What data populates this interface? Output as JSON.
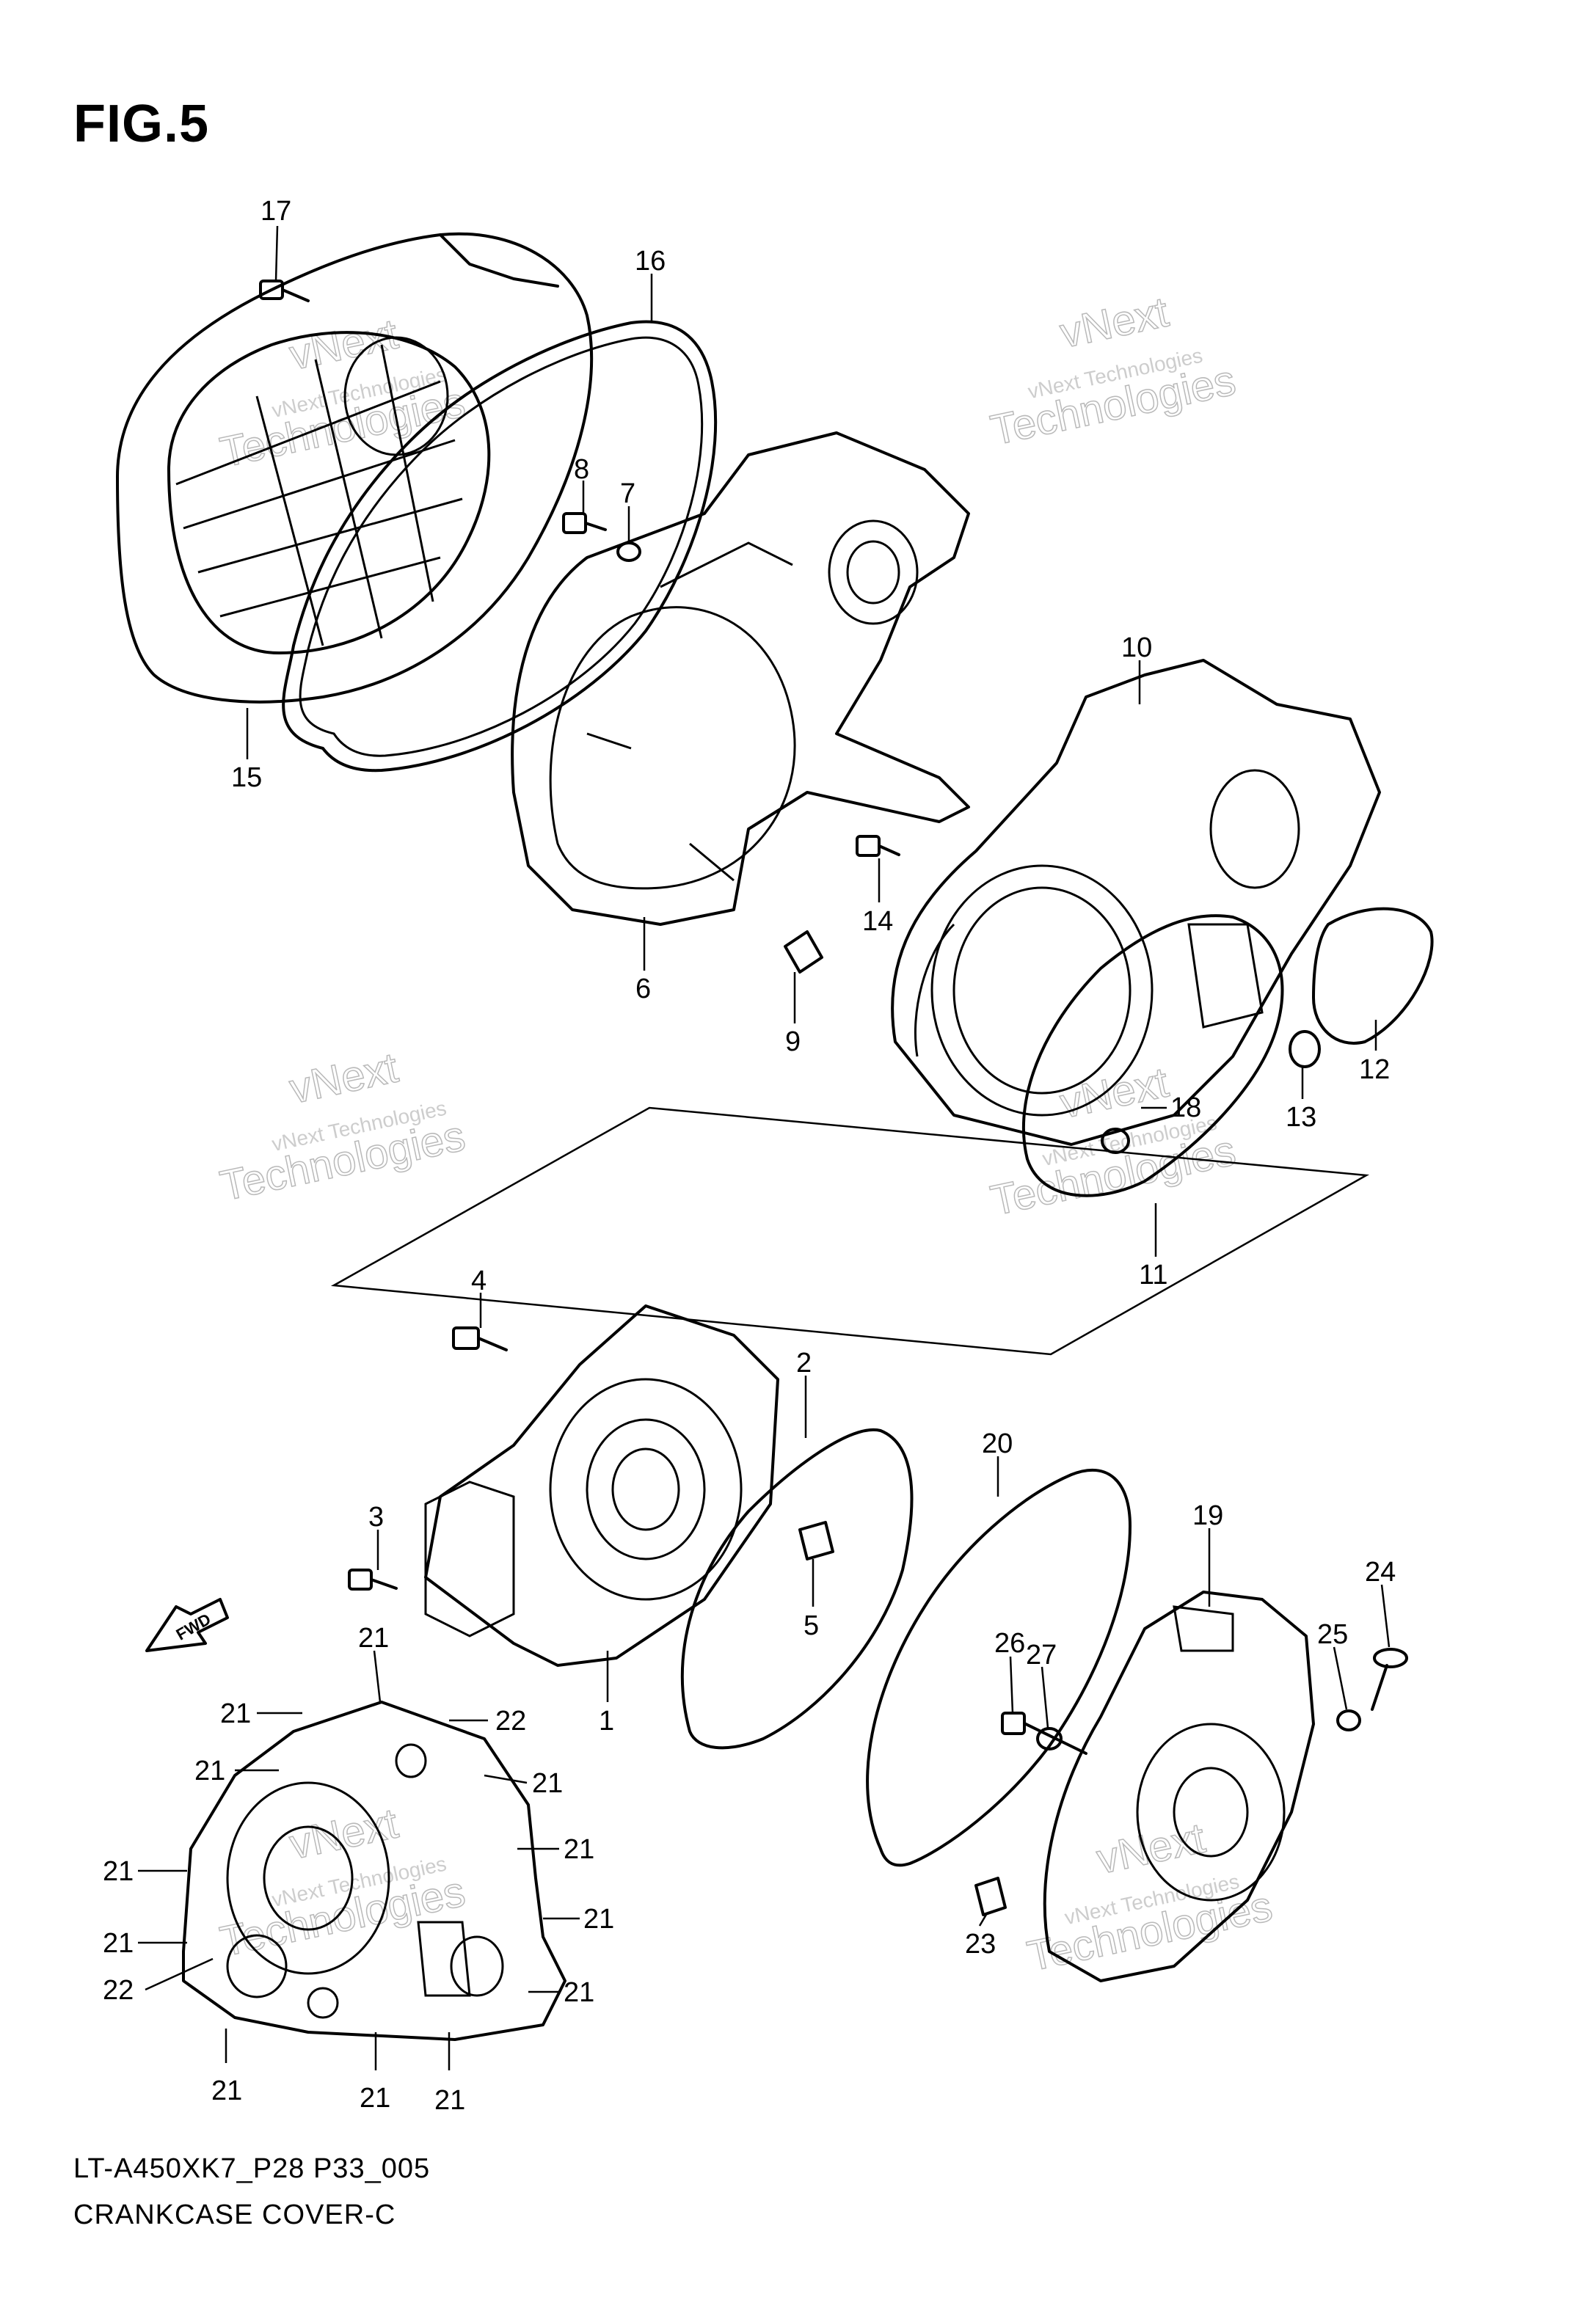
{
  "figure_title": "FIG.5",
  "caption": {
    "model_code": "LT-A450XK7_P28 P33_005",
    "section_name": "CRANKCASE COVER-C"
  },
  "direction_arrow_label": "FWD",
  "watermark": {
    "line1": "vNext",
    "line2": "vNext Technologies",
    "line3": "Technologies",
    "color": "#c8c8c8"
  },
  "part_numbers": [
    {
      "id": "p17",
      "label": "17"
    },
    {
      "id": "p16",
      "label": "16"
    },
    {
      "id": "p15",
      "label": "15"
    },
    {
      "id": "p8",
      "label": "8"
    },
    {
      "id": "p7",
      "label": "7"
    },
    {
      "id": "p6",
      "label": "6"
    },
    {
      "id": "p9",
      "label": "9"
    },
    {
      "id": "p10",
      "label": "10"
    },
    {
      "id": "p14",
      "label": "14"
    },
    {
      "id": "p12",
      "label": "12"
    },
    {
      "id": "p13",
      "label": "13"
    },
    {
      "id": "p18",
      "label": "18"
    },
    {
      "id": "p11",
      "label": "11"
    },
    {
      "id": "p4",
      "label": "4"
    },
    {
      "id": "p2",
      "label": "2"
    },
    {
      "id": "p3",
      "label": "3"
    },
    {
      "id": "p5",
      "label": "5"
    },
    {
      "id": "p1",
      "label": "1"
    },
    {
      "id": "p20",
      "label": "20"
    },
    {
      "id": "p19",
      "label": "19"
    },
    {
      "id": "p24",
      "label": "24"
    },
    {
      "id": "p25",
      "label": "25"
    },
    {
      "id": "p26",
      "label": "26"
    },
    {
      "id": "p27",
      "label": "27"
    },
    {
      "id": "p23",
      "label": "23"
    },
    {
      "id": "p21a",
      "label": "21"
    },
    {
      "id": "p21b",
      "label": "21"
    },
    {
      "id": "p22a",
      "label": "22"
    },
    {
      "id": "p21c",
      "label": "21"
    },
    {
      "id": "p21d",
      "label": "21"
    },
    {
      "id": "p21e",
      "label": "21"
    },
    {
      "id": "p21f",
      "label": "21"
    },
    {
      "id": "p21g",
      "label": "21"
    },
    {
      "id": "p21h",
      "label": "21"
    },
    {
      "id": "p22b",
      "label": "22"
    },
    {
      "id": "p21i",
      "label": "21"
    },
    {
      "id": "p21j",
      "label": "21"
    },
    {
      "id": "p21k",
      "label": "21"
    },
    {
      "id": "p21l",
      "label": "21"
    }
  ]
}
